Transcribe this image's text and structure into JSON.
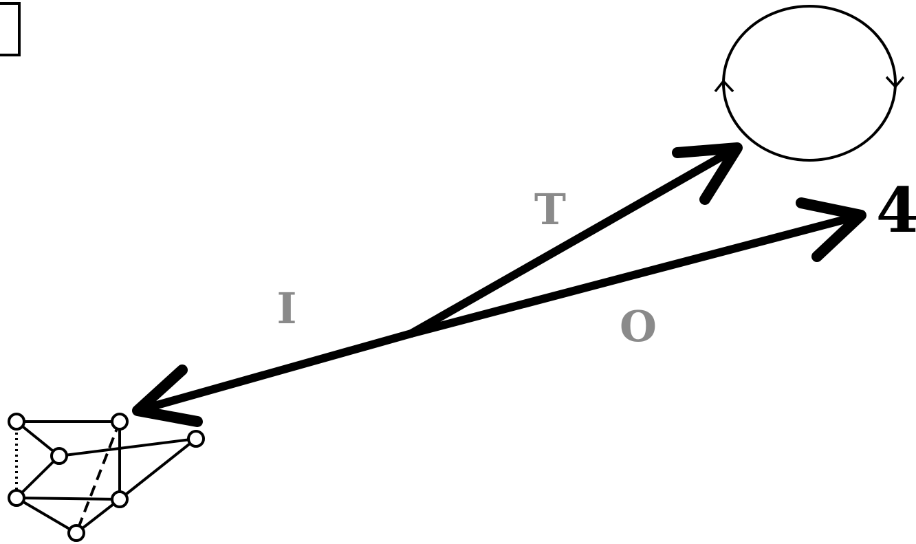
{
  "labels": {
    "i": "I",
    "t": "T",
    "o": "O",
    "four": "4"
  }
}
